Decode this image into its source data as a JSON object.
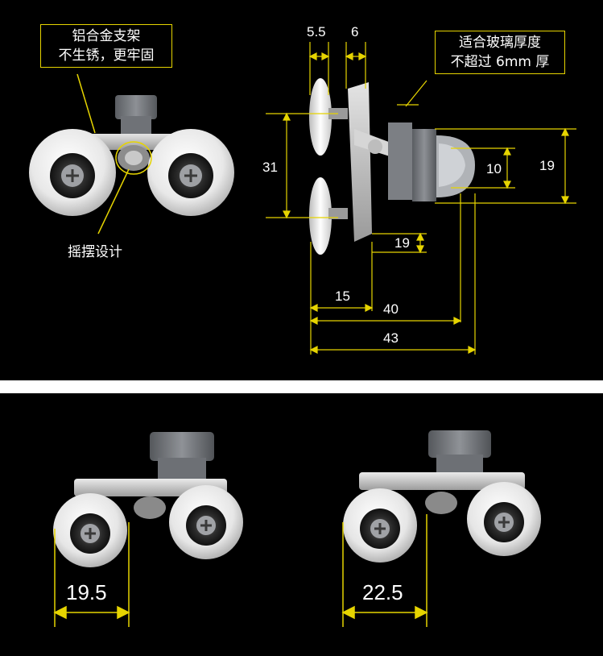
{
  "callouts": {
    "material_line1": "铝合金支架",
    "material_line2": "不生锈，更牢固",
    "glass_line1": "适合玻璃厚度",
    "glass_line2": "不超过 6mm 厚"
  },
  "captions": {
    "swing": "摇摆设计"
  },
  "dimensions": {
    "d_5_5": "5.5",
    "d_6": "6",
    "d_31": "31",
    "d_10": "10",
    "d_19_right": "19",
    "d_19_small": "19",
    "d_15": "15",
    "d_40": "40",
    "d_43": "43",
    "d_19_5": "19.5",
    "d_22_5": "22.5"
  },
  "colors": {
    "annotation_yellow": "#e6d400",
    "background": "#000000",
    "separator": "#ffffff"
  }
}
